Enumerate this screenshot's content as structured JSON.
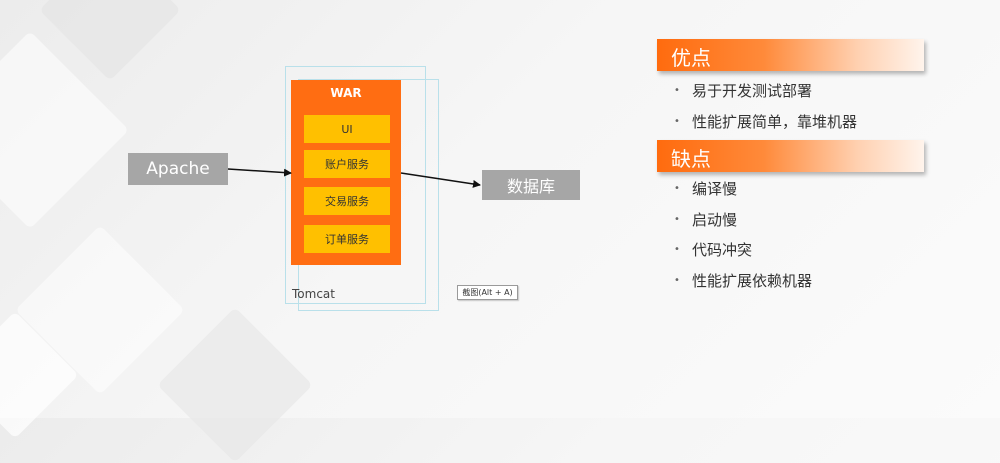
{
  "diagram": {
    "apache_label": "Apache",
    "war_label": "WAR",
    "services": [
      "UI",
      "账户服务",
      "交易服务",
      "订单服务"
    ],
    "container_label": "Tomcat",
    "database_label": "数据库",
    "screenshot_hint": "截图(Alt + A)"
  },
  "pros": {
    "title": "优点",
    "items": [
      "易于开发测试部署",
      "性能扩展简单，靠堆机器"
    ]
  },
  "cons": {
    "title": "缺点",
    "items": [
      "编译慢",
      "启动慢",
      "代码冲突",
      "性能扩展依赖机器"
    ]
  },
  "colors": {
    "accent": "#ff6d12",
    "service_fill": "#ffc000",
    "node_gray": "#a6a6a6",
    "frame_line": "#b9e0ea"
  },
  "icons": {
    "bullet": "bullet-dot"
  }
}
